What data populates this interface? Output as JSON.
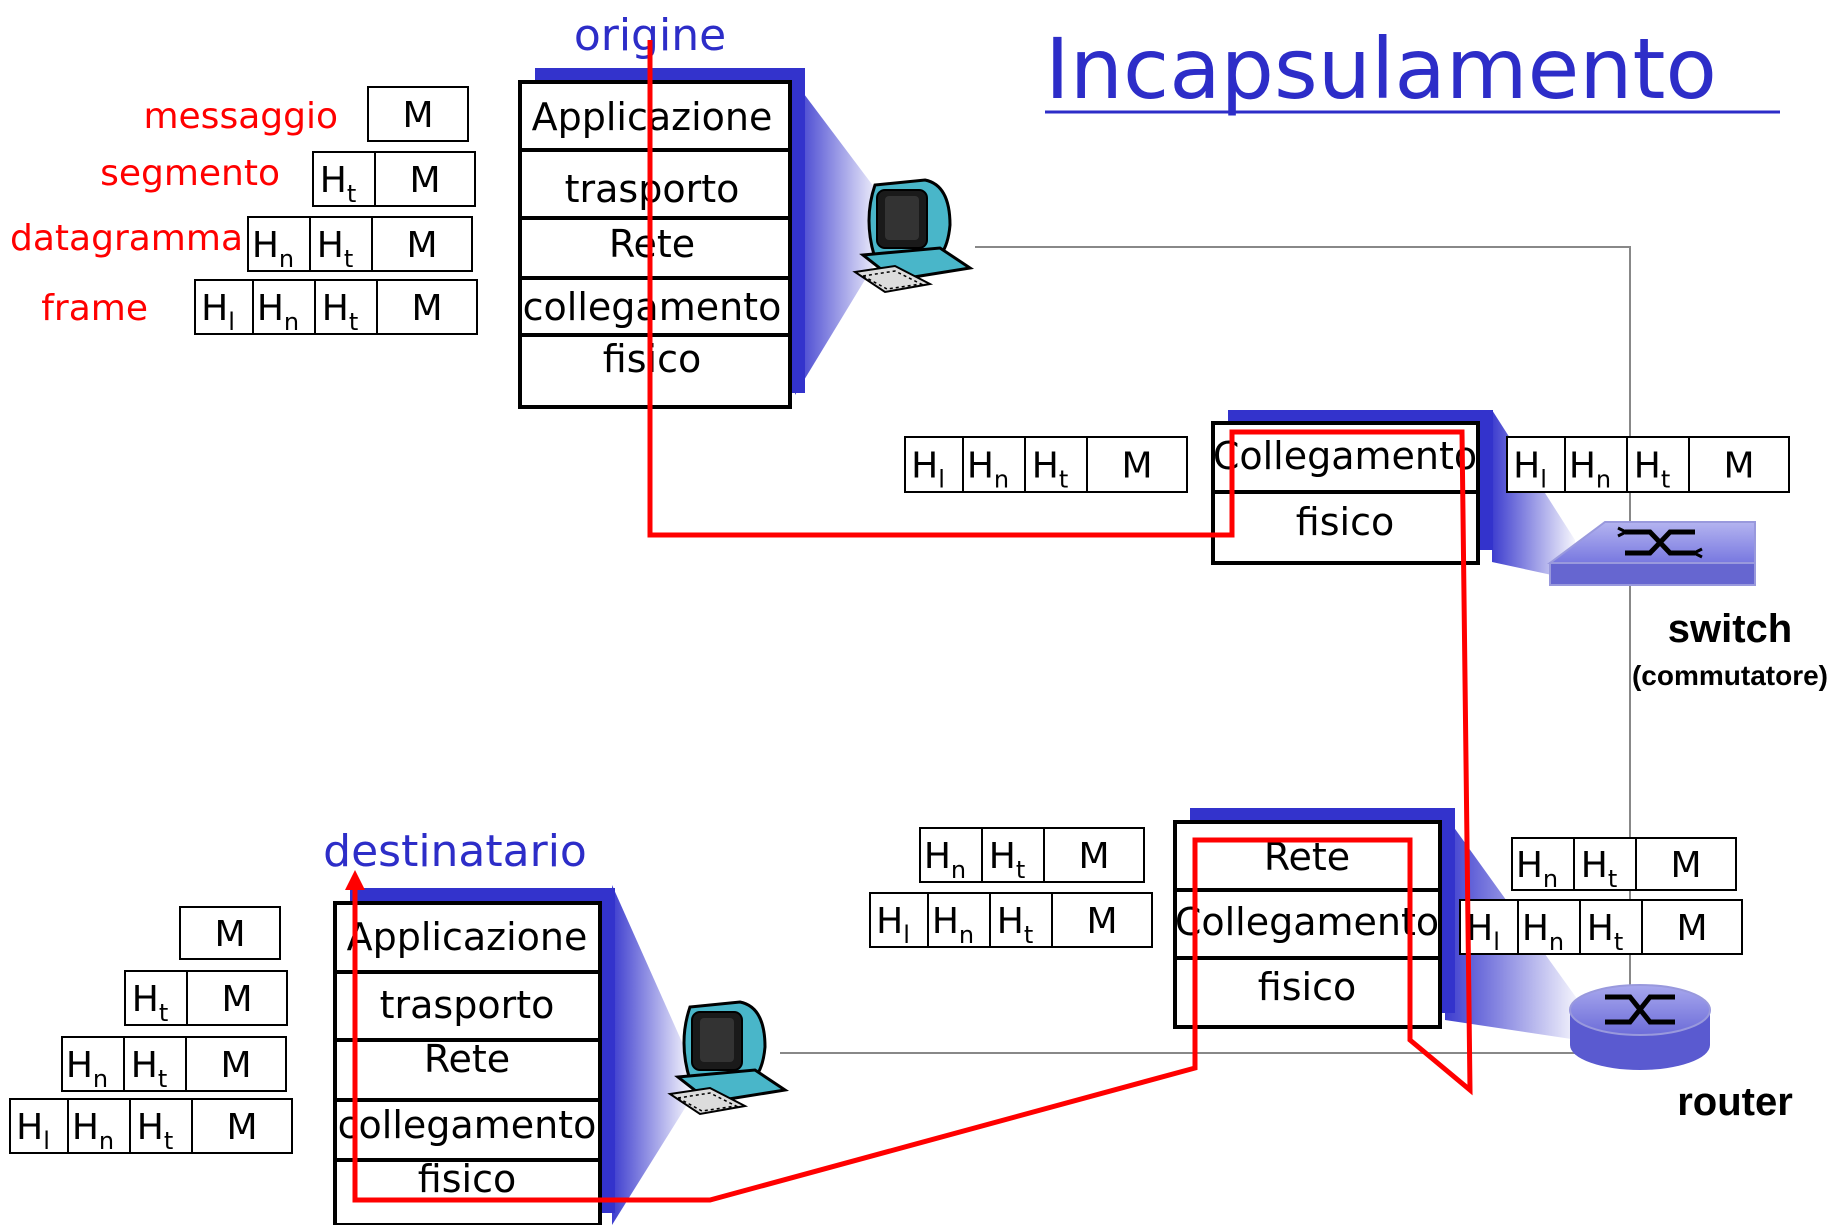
{
  "title": "Incapsulamento",
  "source_label": "origine",
  "dest_label": "destinatario",
  "pdu_names": [
    "messaggio",
    "segmento",
    "datagramma",
    "frame"
  ],
  "header_labels": {
    "transport": "t",
    "network": "n",
    "link": "l",
    "header": "H",
    "message": "M"
  },
  "source_stack": [
    "Applicazione",
    "trasporto",
    "Rete",
    "collegamento",
    "fisico"
  ],
  "dest_stack": [
    "Applicazione",
    "trasporto",
    "Rete",
    "collegamento",
    "fisico"
  ],
  "switch_stack": [
    "Collegamento",
    "fisico"
  ],
  "router_stack": [
    "Rete",
    "Collegamento",
    "fisico"
  ],
  "switch_label": "switch",
  "switch_sublabel": "(commutatore)",
  "router_label": "router",
  "colors": {
    "title": "#2d2dc8",
    "pdu_name": "#ff0000",
    "path": "#ff0000",
    "shadow": "#3333cc",
    "device": "#7878e0"
  }
}
